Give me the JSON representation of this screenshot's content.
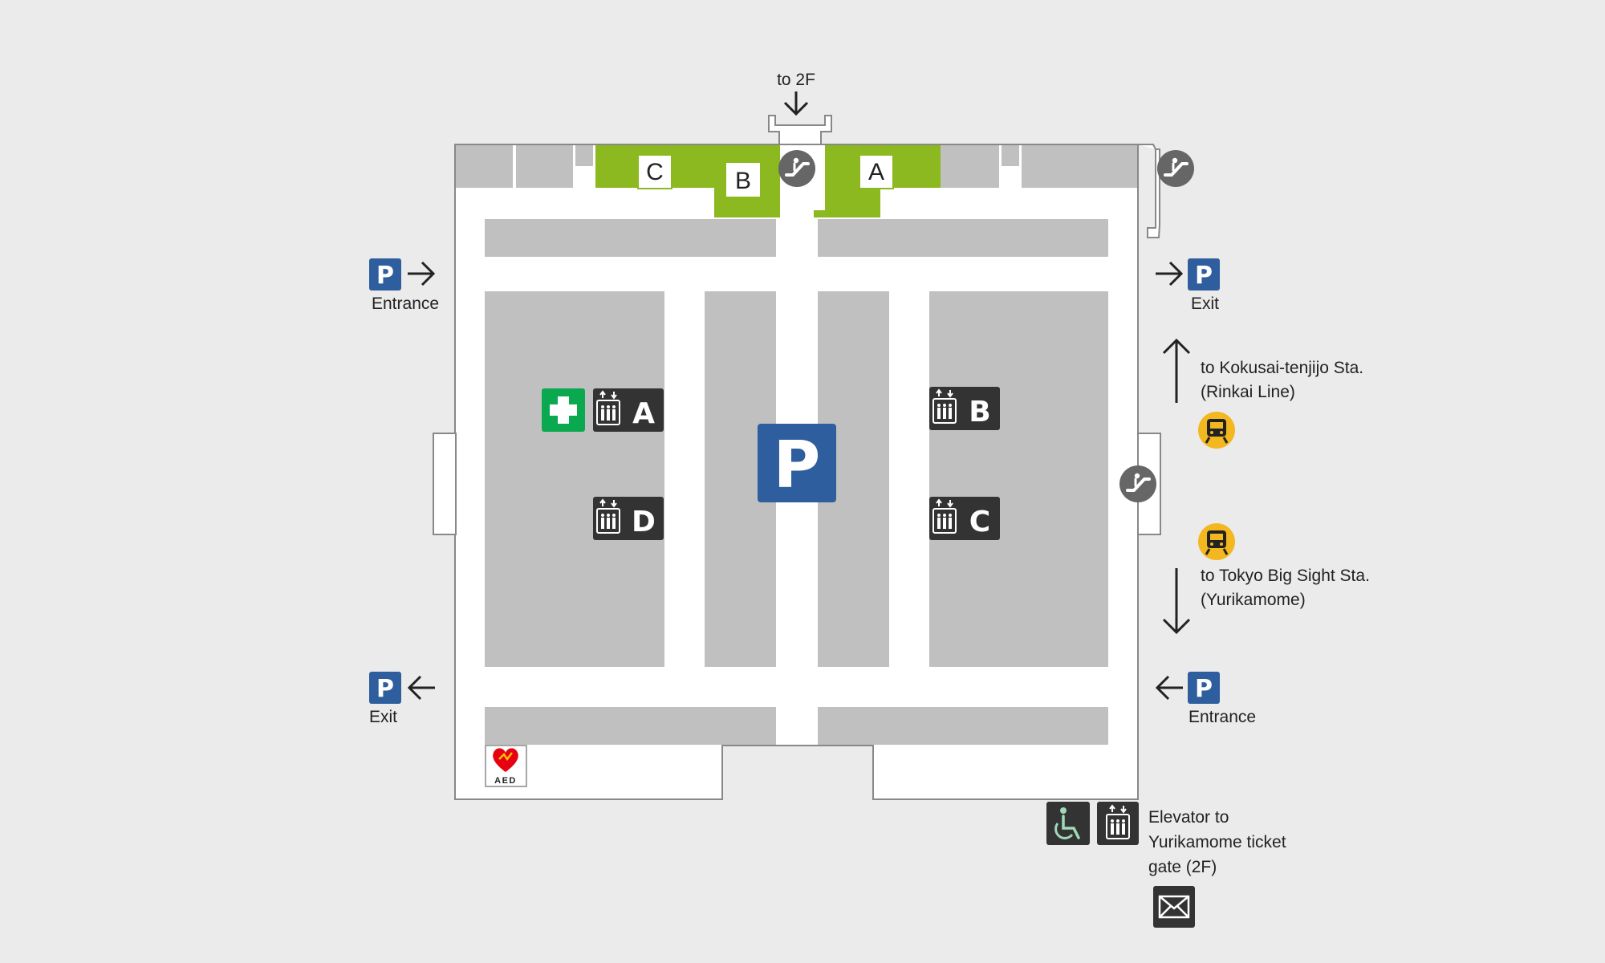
{
  "labels": {
    "to_2f": "to 2F",
    "entrance_left": "Entrance",
    "exit_right": "Exit",
    "exit_left": "Exit",
    "entrance_right": "Entrance",
    "to_kokusai_line1": "to Kokusai-tenjijo Sta.",
    "to_kokusai_line2": "(Rinkai Line)",
    "to_bigsight_line1": "to Tokyo Big Sight Sta.",
    "to_bigsight_line2": "(Yurikamome)",
    "elevator_line1": "Elevator to",
    "elevator_line2": "Yurikamome ticket",
    "elevator_line3": "gate (2F)"
  },
  "parking_letter": "P",
  "zones": {
    "a": "A",
    "b": "B",
    "c": "C"
  },
  "elevators": {
    "a": "A",
    "b": "B",
    "c": "C",
    "d": "D"
  },
  "aed_label": "AED",
  "icons": {
    "escalator": "escalator-icon",
    "parking": "parking-icon",
    "train": "train-icon",
    "elevator": "elevator-icon",
    "first_aid": "first-aid-icon",
    "aed": "aed-icon",
    "wheelchair": "wheelchair-icon",
    "mail": "mail-icon"
  },
  "colors": {
    "background": "#ebebeb",
    "floor": "#ffffff",
    "parking_block": "#bfc0bf",
    "zone_green": "#8cb820",
    "parking_blue": "#2f5e9e",
    "elevator_dark": "#333333",
    "first_aid_green": "#0aa84f",
    "train_yellow": "#f3b820",
    "escalator_gray": "#666666"
  }
}
